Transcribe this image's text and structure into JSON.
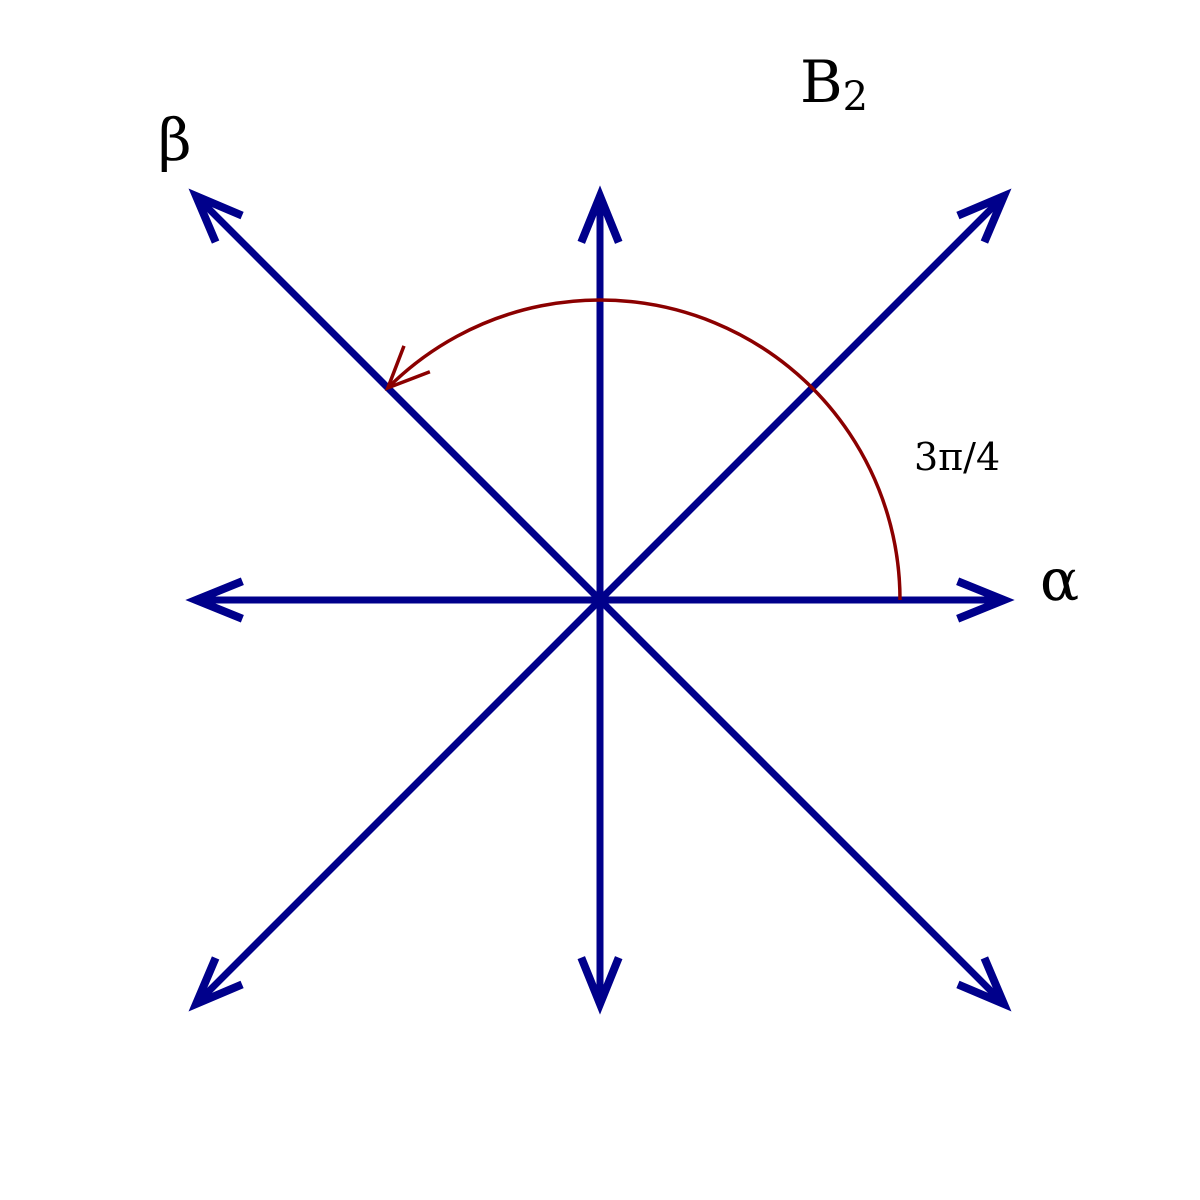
{
  "title": {
    "base": "B",
    "subscript": "2"
  },
  "labels": {
    "alpha": "α",
    "beta": "β",
    "angle": "3π/4"
  },
  "colors": {
    "roots": "#00008B",
    "angle_arc": "#8B0000",
    "text": "#000000",
    "background": "#FFFFFF"
  },
  "diagram": {
    "type": "root-system",
    "name": "B2",
    "roots": [
      {
        "id": "root-e",
        "direction_deg": 0,
        "relative_length": 1,
        "label_key": "alpha"
      },
      {
        "id": "root-ne",
        "direction_deg": 45,
        "relative_length": 1.414
      },
      {
        "id": "root-n",
        "direction_deg": 90,
        "relative_length": 1
      },
      {
        "id": "root-nw",
        "direction_deg": 135,
        "relative_length": 1.414,
        "label_key": "beta"
      },
      {
        "id": "root-w",
        "direction_deg": 180,
        "relative_length": 1
      },
      {
        "id": "root-sw",
        "direction_deg": 225,
        "relative_length": 1.414
      },
      {
        "id": "root-s",
        "direction_deg": 270,
        "relative_length": 1
      },
      {
        "id": "root-se",
        "direction_deg": 315,
        "relative_length": 1.414
      }
    ],
    "angle_arc": {
      "from_deg": 0,
      "to_deg": 135,
      "label_key": "angle"
    }
  }
}
